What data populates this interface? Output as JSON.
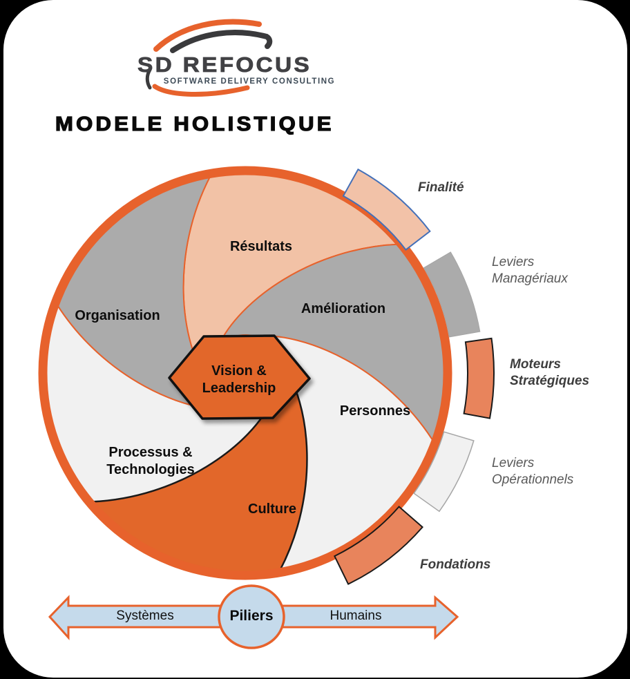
{
  "logo": {
    "name": "SD REFOCUS",
    "tagline": "SOFTWARE DELIVERY CONSULTING",
    "swoosh_orange": "#E7622C",
    "swoosh_dark": "#3A3A3C"
  },
  "title": "MODELE HOLISTIQUE",
  "wheel": {
    "ring_color": "#E7622C",
    "center": {
      "line1": "Vision &",
      "line2": "Leadership",
      "color": "#E2672A",
      "border": "#111111"
    },
    "segments": [
      {
        "id": "resultats",
        "label": "Résultats",
        "color": "#F2C2A6",
        "border": "#E7622C"
      },
      {
        "id": "amelioration",
        "label": "Amélioration",
        "color": "#ABABAB",
        "border": "#E7622C"
      },
      {
        "id": "personnes",
        "label": "Personnes",
        "color": "#F1F1F1",
        "border": "#E7622C"
      },
      {
        "id": "culture",
        "label": "Culture",
        "color": "#E2672A",
        "border": "#1A1A1A"
      },
      {
        "id": "processus",
        "line1": "Processus &",
        "line2": "Technologies",
        "color": "#F1F1F1",
        "border": "#E7622C"
      },
      {
        "id": "organisation",
        "label": "Organisation",
        "color": "#ABABAB",
        "border": "#E7622C"
      }
    ]
  },
  "legend": [
    {
      "id": "finalite",
      "line1": "Finalité",
      "color": "#F2C2A8",
      "border": "#4470B8"
    },
    {
      "id": "lev-man",
      "line1": "Leviers",
      "line2": "Managériaux",
      "color": "#ABABAB",
      "border": "#A5A5A5"
    },
    {
      "id": "moteurs",
      "line1": "Moteurs",
      "line2": "Stratégiques",
      "color": "#E8845C",
      "border": "#1A1A1A"
    },
    {
      "id": "lev-op",
      "line1": "Leviers",
      "line2": "Opérationnels",
      "color": "#F1F1F1",
      "border": "#A6A6A6"
    },
    {
      "id": "fondations",
      "line1": "Fondations",
      "color": "#E8845C",
      "border": "#1A1A1A"
    }
  ],
  "axis": {
    "left": "Systèmes",
    "center": "Piliers",
    "right": "Humains",
    "fill": "#C5DAEB",
    "stroke": "#E7622C"
  }
}
